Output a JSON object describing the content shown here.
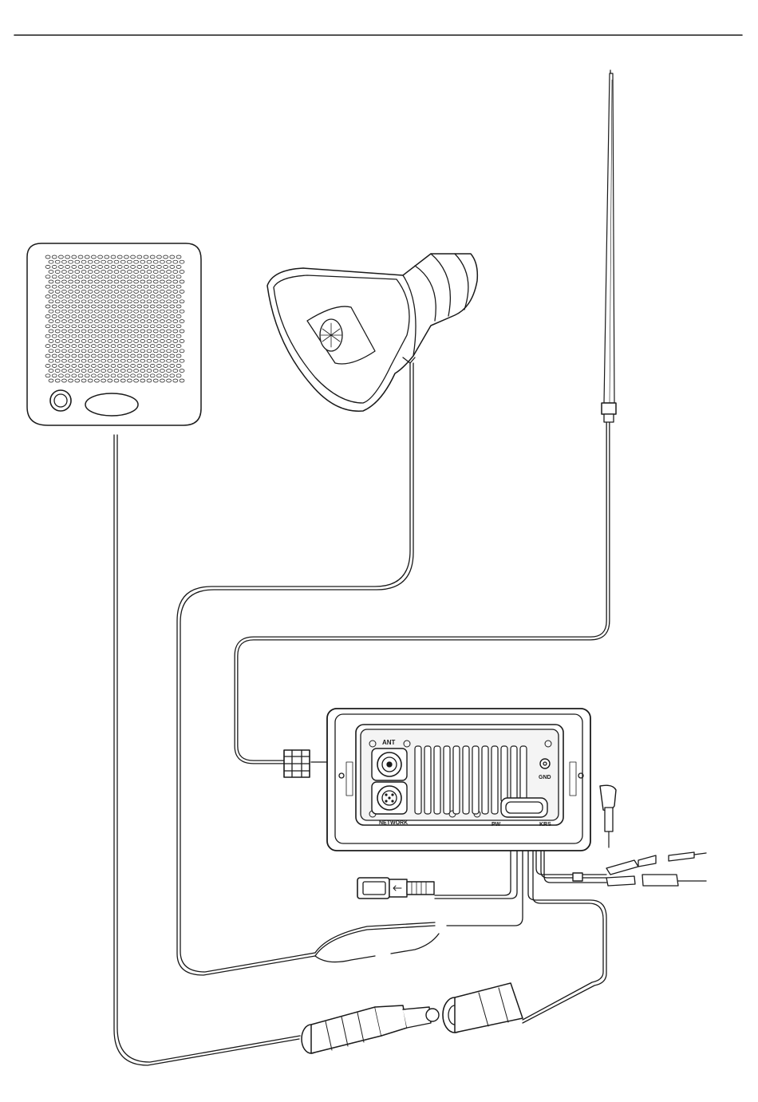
{
  "diagram": {
    "description_kind": "wiring-installation-diagram",
    "components": [
      {
        "id": "speaker",
        "icon": "extension-speaker-icon"
      },
      {
        "id": "hailer",
        "icon": "loud-hailer-horn-icon"
      },
      {
        "id": "antenna",
        "icon": "vhf-antenna-icon"
      },
      {
        "id": "radio",
        "icon": "radio-rear-panel-icon"
      },
      {
        "id": "power",
        "icon": "power-leads-icon"
      },
      {
        "id": "network",
        "icon": "network-connector-icon"
      },
      {
        "id": "plugs",
        "icon": "inline-connector-plugs-icon"
      }
    ],
    "labels": {
      "ant": "ANT",
      "gnd": "GND",
      "network": "NETWORK",
      "pwr_left": "PW",
      "pwr_right": "KRS"
    },
    "colors": {
      "line": "#1a1a1a",
      "fill": "#ffffff",
      "panel": "#f4f4f4"
    }
  }
}
